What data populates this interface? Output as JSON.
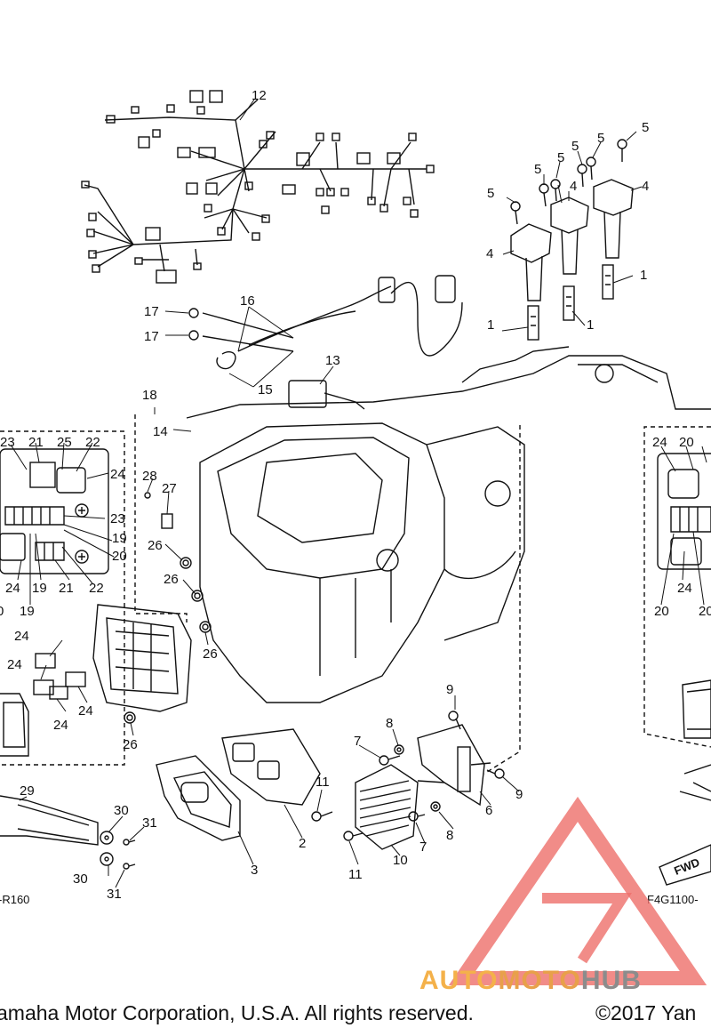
{
  "callouts": {
    "c1": "1",
    "c2": "2",
    "c3": "3",
    "c4": "4",
    "c5": "5",
    "c6": "6",
    "c7": "7",
    "c8": "8",
    "c9": "9",
    "c10": "10",
    "c11": "11",
    "c12": "12",
    "c13": "13",
    "c14": "14",
    "c15": "15",
    "c16": "16",
    "c17": "17",
    "c18": "18",
    "c19": "19",
    "c20": "20",
    "c21": "21",
    "c22": "22",
    "c23": "23",
    "c24": "24",
    "c25": "25",
    "c26": "26",
    "c27": "27",
    "c28": "28",
    "c29": "29",
    "c30": "30",
    "c31": "31"
  },
  "codes": {
    "left": "-R160",
    "right": "F4G1100-"
  },
  "fwd_label": "FWD",
  "footer": {
    "copyright_left": "amaha Motor Corporation, U.S.A. All rights reserved.",
    "copyright_right": "©2017 Yan"
  },
  "watermark": {
    "part1": "AUTO",
    "part2": "MOTO",
    "part3": "HUB",
    "colors": {
      "triangle": "#ee6f6a",
      "auto": "#f4b14a",
      "moto": "#e8a04a",
      "hub": "#8c8c8c"
    }
  }
}
